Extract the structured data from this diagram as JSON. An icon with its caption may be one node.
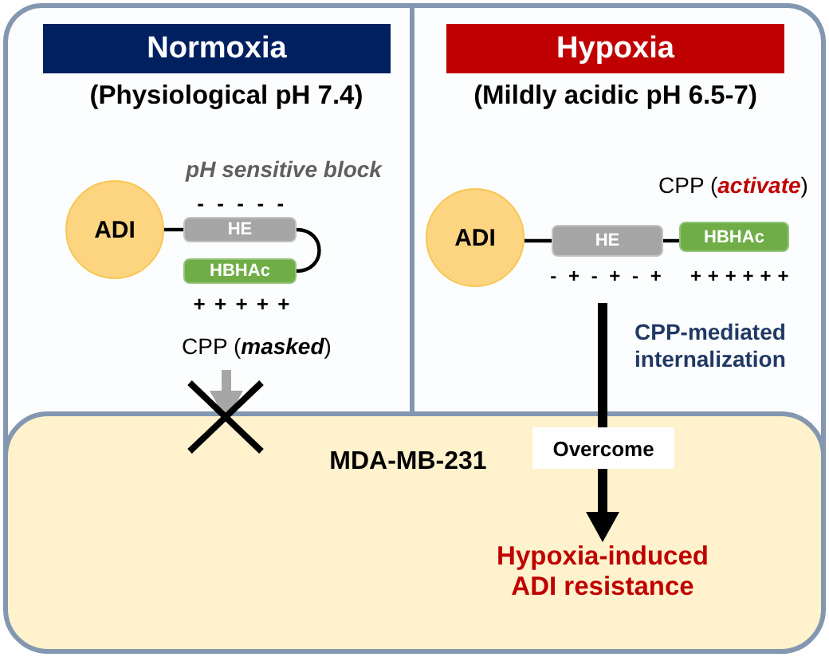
{
  "diagram": {
    "nodes": [
      {
        "text": [
          "Normoxia",
          "(Physiological pH 7.4)"
        ]
      },
      {
        "text": [
          "ADI"
        ],
        "in": 0
      },
      {
        "text": [
          "HE"
        ],
        "in": 0,
        "beside": [
          "pH sensitive block",
          "- - - - -"
        ]
      },
      {
        "text": [
          "HBHAc"
        ],
        "in": 0,
        "beside": [
          "+ + + + +"
        ]
      },
      {
        "text": [
          "CPP (*masked*)"
        ],
        "in": 0
      },
      {
        "text": [
          "Hypoxia",
          "(Mildly acidic pH 6.5-7)"
        ]
      },
      {
        "text": [
          "ADI"
        ],
        "in": 5
      },
      {
        "text": [
          "HE"
        ],
        "in": 5,
        "beside": [
          "- + - + - +"
        ]
      },
      {
        "text": [
          "HBHAc"
        ],
        "in": 5,
        "beside": [
          "CPP (*activate*)",
          "+ + + + + +"
        ]
      },
      {
        "text": [
          "MDA-MB-231"
        ]
      },
      {
        "text": [
          "Hypoxia-induced ADI resistance"
        ],
        "in": 9
      }
    ],
    "edges": [
      {
        "from": 1,
        "to": 2,
        "arrow": "none"
      },
      {
        "from": 2,
        "to": 3,
        "arrow": "none"
      },
      {
        "from": 4,
        "to": 9,
        "arrow": "to",
        "style": "thick",
        "color": "#a6a6a6"
      },
      {
        "from": 6,
        "to": 7,
        "arrow": "none"
      },
      {
        "from": 7,
        "to": 8,
        "arrow": "none"
      },
      {
        "from": null,
        "to": 10,
        "arrow": "to",
        "style": "thick",
        "label": "Overcome"
      }
    ],
    "labels": [
      "CPP-mediated internalization"
    ]
  }
}
